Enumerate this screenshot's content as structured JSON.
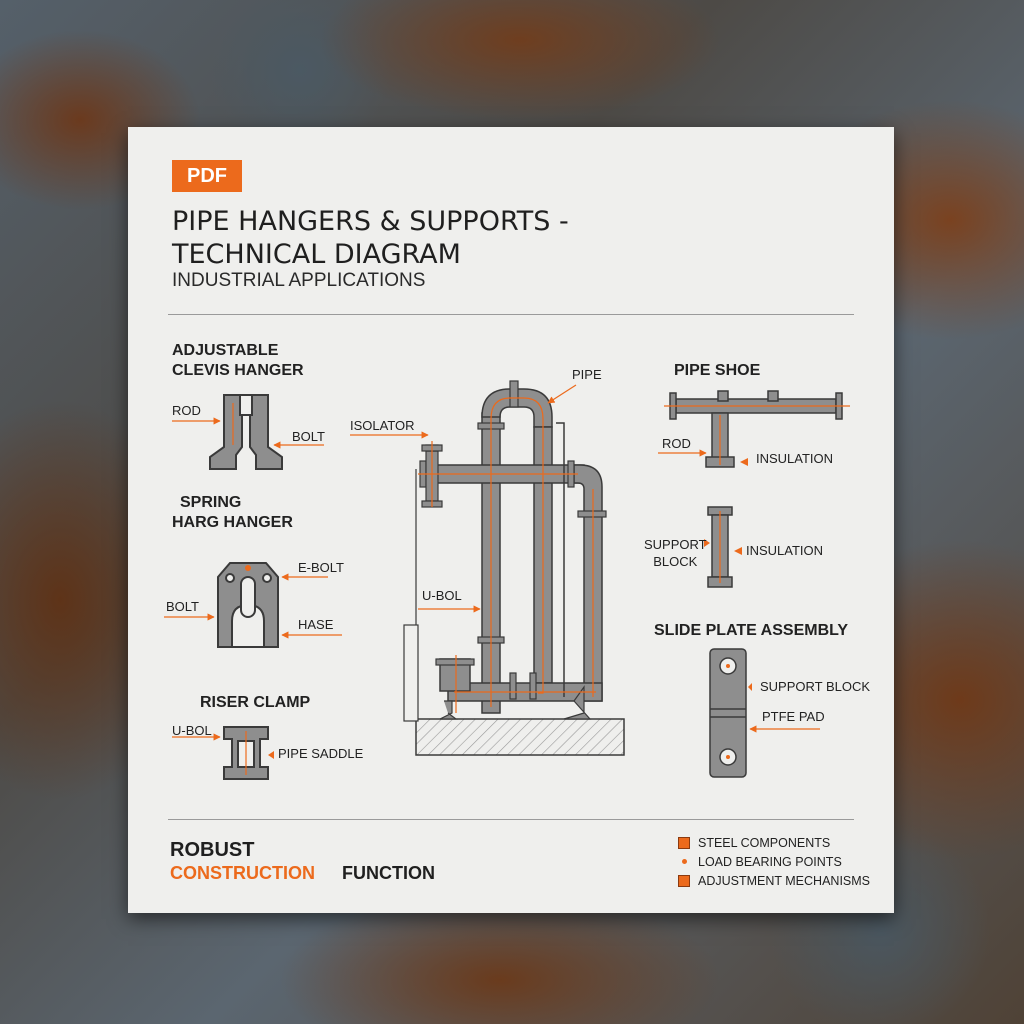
{
  "badge": "PDF",
  "title": "PIPE HANGERS & SUPPORTS - TECHNICAL DIAGRAM",
  "subtitle": "INDUSTRIAL APPLICATIONS",
  "sections": {
    "clevis": {
      "heading_1": "ADJUSTABLE",
      "heading_2": "CLEVIS HANGER",
      "labels": {
        "rod": "ROD",
        "bolt": "BOLT"
      }
    },
    "spring": {
      "heading_1": "SPRING",
      "heading_2": "HARG HANGER",
      "labels": {
        "ebolt": "E-BOLT",
        "bolt": "BOLT",
        "hase": "HASE"
      }
    },
    "riser": {
      "heading": "RISER CLAMP",
      "labels": {
        "ubol": "U-BOL",
        "saddle": "PIPE SADDLE"
      }
    },
    "center": {
      "labels": {
        "pipe": "PIPE",
        "isolator": "ISOLATOR",
        "ubol": "U-BOL"
      }
    },
    "shoe": {
      "heading": "PIPE SHOE",
      "labels": {
        "rod": "ROD",
        "insulation": "INSULATION",
        "support_1": "SUPPORT",
        "support_2": "BLOCK",
        "insulation_2": "INSULATION"
      }
    },
    "slide": {
      "heading": "SLIDE PLATE ASSEMBLY",
      "labels": {
        "support_block": "SUPPORT BLOCK",
        "ptfe": "PTFE PAD"
      }
    }
  },
  "footer": {
    "robust": "ROBUST",
    "construction": "CONSTRUCTION",
    "function": "FUNCTION"
  },
  "legend": [
    {
      "icon": "square",
      "label": "STEEL COMPONENTS"
    },
    {
      "icon": "dot",
      "label": "LOAD BEARING POINTS"
    },
    {
      "icon": "square",
      "label": "ADJUSTMENT MECHANISMS"
    }
  ],
  "colors": {
    "accent": "#ec6a1c",
    "steel": "#8e8e8e",
    "steel_dark": "#3a3a3a",
    "card": "#efefed"
  }
}
